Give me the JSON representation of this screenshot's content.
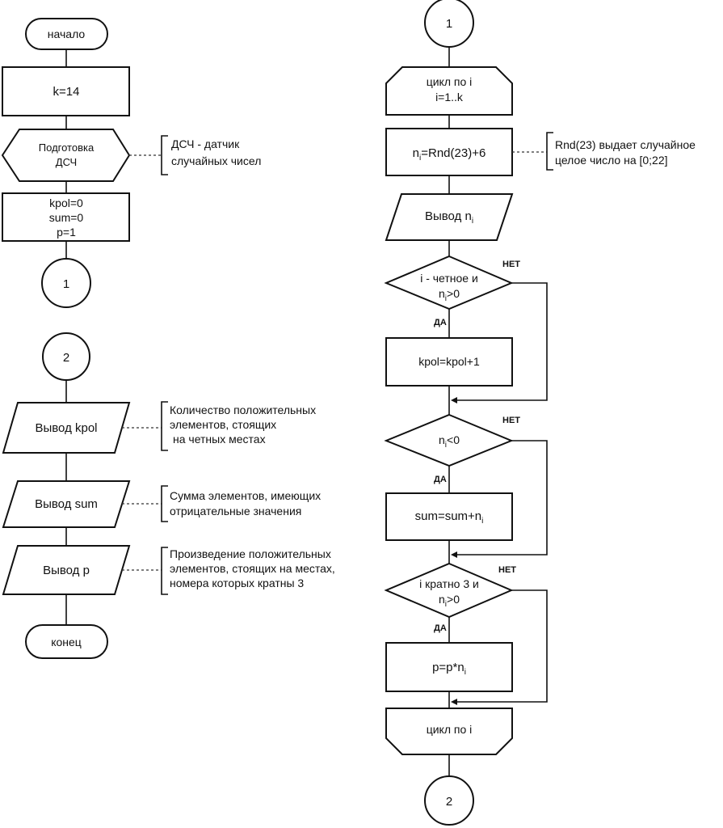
{
  "left": {
    "start": "начало",
    "assign_k": "k=14",
    "prep": {
      "line1": "Подготовка",
      "line2": "ДСЧ"
    },
    "prep_note": {
      "line1": "ДСЧ - датчик",
      "line2": "случайных чисел"
    },
    "init": {
      "line1": "kpol=0",
      "line2": "sum=0",
      "line3": "p=1"
    },
    "connector_out": "1",
    "connector_in": "2",
    "out_kpol": "Вывод kpol",
    "out_kpol_note": {
      "line1": "Количество положительных",
      "line2": "элементов, стоящих",
      "line3": "на четных местах"
    },
    "out_sum": "Вывод sum",
    "out_sum_note": {
      "line1": "Сумма элементов, имеющих",
      "line2": "отрицательные значения"
    },
    "out_p": "Вывод p",
    "out_p_note": {
      "line1": "Произведение положительных",
      "line2": "элементов, стоящих на местах,",
      "line3": "номера которых кратны 3"
    },
    "end": "конец"
  },
  "right": {
    "connector_in": "1",
    "loop_start": {
      "line1": "цикл по i",
      "line2": "i=1..k"
    },
    "gen": {
      "n": "n",
      "i": "i",
      "rest": "=Rnd(23)+6"
    },
    "gen_note": {
      "line1": "Rnd(23) выдает случайное",
      "line2": "целое число на [0;22]"
    },
    "out_n": {
      "text": "Вывод n",
      "sub": "i"
    },
    "cond1": {
      "line1": "i - четное и",
      "line2_pre": "n",
      "line2_sub": "i",
      "line2_post": ">0"
    },
    "inc_kpol": "kpol=kpol+1",
    "cond2": {
      "pre": "n",
      "sub": "i",
      "post": "<0"
    },
    "sum_op": {
      "pre": "sum=sum+n",
      "sub": "i"
    },
    "cond3": {
      "line1": "i кратно 3 и",
      "line2_pre": "n",
      "line2_sub": "i",
      "line2_post": ">0"
    },
    "prod_op": {
      "pre": "p=p*n",
      "sub": "i"
    },
    "loop_end": "цикл по i",
    "connector_out": "2",
    "yes": "ДА",
    "no": "НЕТ"
  }
}
